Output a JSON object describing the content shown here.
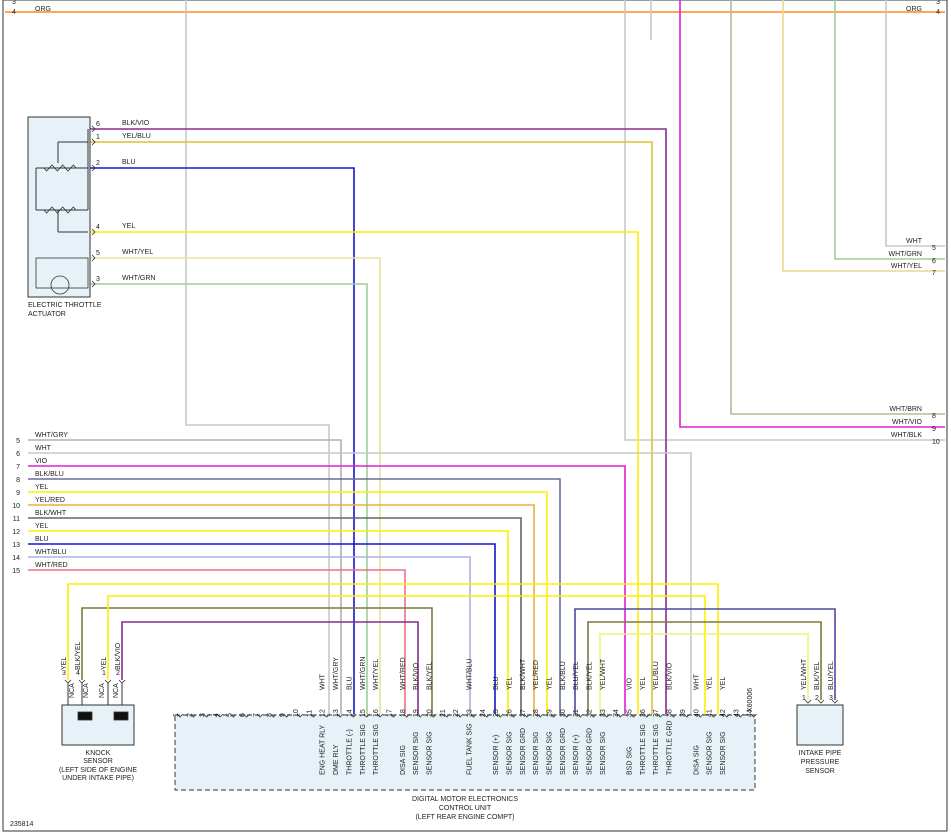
{
  "top": {
    "pin_left": "4",
    "pin_right": "4",
    "label_left": "ORG",
    "label_right": "ORG",
    "stub_left": "3",
    "stub_right": "3"
  },
  "colors": {
    "ORG": "#ff8c1a",
    "BLU": "#1515d0",
    "YEL": "#ffee00",
    "VIO": "#e020d0",
    "BLK": "#666666",
    "WHT": "#c8c8c8",
    "GRN": "#9ad09a",
    "RED": "#f07080",
    "GRY": "#b0b0b0",
    "BRN": "#b8b898"
  },
  "throttle": {
    "name_line1": "ELECTRIC THROTTLE",
    "name_line2": "ACTUATOR",
    "pins": [
      {
        "pin": "6",
        "label": "BLK/VIO"
      },
      {
        "pin": "1",
        "label": "YEL/BLU"
      },
      {
        "pin": "2",
        "label": "BLU"
      },
      {
        "pin": "4",
        "label": "YEL"
      },
      {
        "pin": "5",
        "label": "WHT/YEL"
      },
      {
        "pin": "3",
        "label": "WHT/GRN"
      }
    ]
  },
  "right_upper": [
    {
      "label": "WHT",
      "pin": "5"
    },
    {
      "label": "WHT/GRN",
      "pin": "6"
    },
    {
      "label": "WHT/YEL",
      "pin": "7"
    }
  ],
  "right_lower": [
    {
      "label": "WHT/BRN",
      "pin": "8"
    },
    {
      "label": "WHT/VIO",
      "pin": "9"
    },
    {
      "label": "WHT/BLK",
      "pin": "10"
    }
  ],
  "left_wires": [
    {
      "pin": "5",
      "label": "WHT/GRY"
    },
    {
      "pin": "6",
      "label": "WHT"
    },
    {
      "pin": "7",
      "label": "VIO"
    },
    {
      "pin": "8",
      "label": "BLK/BLU"
    },
    {
      "pin": "9",
      "label": "YEL"
    },
    {
      "pin": "10",
      "label": "YEL/RED"
    },
    {
      "pin": "11",
      "label": "BLK/WHT"
    },
    {
      "pin": "12",
      "label": "YEL"
    },
    {
      "pin": "13",
      "label": "BLU"
    },
    {
      "pin": "14",
      "label": "WHT/BLU"
    },
    {
      "pin": "15",
      "label": "WHT/RED"
    }
  ],
  "knock": {
    "name_line1": "KNOCK",
    "name_line2": "SENSOR",
    "loc_line1": "(LEFT SIDE OF ENGINE",
    "loc_line2": "UNDER INTAKE PIPE)",
    "nca": "NCA",
    "wires": [
      {
        "label": "YEL",
        "pin": "3"
      },
      {
        "label": "BLK/YEL",
        "pin": "4"
      },
      {
        "label": "YEL",
        "pin": "1"
      },
      {
        "label": "BLK/VIO",
        "pin": "2"
      }
    ]
  },
  "ipps": {
    "name_line1": "INTAKE PIPE",
    "name_line2": "PRESSURE",
    "name_line3": "SENSOR",
    "wires": [
      {
        "label": "YEL/WHT",
        "pin": "1"
      },
      {
        "label": "BLK/YEL",
        "pin": "2"
      },
      {
        "label": "BLU/YEL",
        "pin": "3"
      }
    ]
  },
  "dme": {
    "name_line1": "DIGITAL MOTOR ELECTRONICS",
    "name_line2": "CONTROL UNIT",
    "name_line3": "(LEFT REAR ENGINE COMPT)",
    "ref": "X60006",
    "pins": [
      {
        "n": "1",
        "wire": "",
        "func": ""
      },
      {
        "n": "2",
        "wire": "",
        "func": ""
      },
      {
        "n": "3",
        "wire": "",
        "func": ""
      },
      {
        "n": "4",
        "wire": "",
        "func": ""
      },
      {
        "n": "5",
        "wire": "",
        "func": ""
      },
      {
        "n": "6",
        "wire": "",
        "func": ""
      },
      {
        "n": "7",
        "wire": "",
        "func": ""
      },
      {
        "n": "8",
        "wire": "",
        "func": ""
      },
      {
        "n": "9",
        "wire": "",
        "func": ""
      },
      {
        "n": "10",
        "wire": "",
        "func": ""
      },
      {
        "n": "11",
        "wire": "",
        "func": ""
      },
      {
        "n": "12",
        "wire": "WHT",
        "func": "ENG HEAT RLY"
      },
      {
        "n": "13",
        "wire": "WHT/GRY",
        "func": "DME RLY"
      },
      {
        "n": "14",
        "wire": "BLU",
        "func": "THROTTLE (-)"
      },
      {
        "n": "15",
        "wire": "WHT/GRN",
        "func": "THROTTLE SIG"
      },
      {
        "n": "16",
        "wire": "WHT/YEL",
        "func": "THROTTLE SIG"
      },
      {
        "n": "17",
        "wire": "",
        "func": ""
      },
      {
        "n": "18",
        "wire": "WHT/RED",
        "func": "DISA SIG"
      },
      {
        "n": "19",
        "wire": "BLK/VIO",
        "func": "SENSOR SIG"
      },
      {
        "n": "20",
        "wire": "BLK/YEL",
        "func": "SENSOR SIG"
      },
      {
        "n": "21",
        "wire": "",
        "func": ""
      },
      {
        "n": "22",
        "wire": "",
        "func": ""
      },
      {
        "n": "23",
        "wire": "WHT/BLU",
        "func": "FUEL TANK SIG"
      },
      {
        "n": "24",
        "wire": "",
        "func": ""
      },
      {
        "n": "25",
        "wire": "BLU",
        "func": "SENSOR (+)"
      },
      {
        "n": "26",
        "wire": "YEL",
        "func": "SENSOR SIG"
      },
      {
        "n": "27",
        "wire": "BLK/WHT",
        "func": "SENSOR GRD"
      },
      {
        "n": "28",
        "wire": "YEL/RED",
        "func": "SENSOR SIG"
      },
      {
        "n": "29",
        "wire": "YEL",
        "func": "SENSOR SIG"
      },
      {
        "n": "30",
        "wire": "BLK/BLU",
        "func": "SENSOR GRD"
      },
      {
        "n": "31",
        "wire": "BLU/YEL",
        "func": "SENSOR (+)"
      },
      {
        "n": "32",
        "wire": "BLK/YEL",
        "func": "SENSOR GRD"
      },
      {
        "n": "33",
        "wire": "YEL/WHT",
        "func": "SENSOR SIG"
      },
      {
        "n": "34",
        "wire": "",
        "func": ""
      },
      {
        "n": "35",
        "wire": "VIO",
        "func": "BSD SIG"
      },
      {
        "n": "36",
        "wire": "YEL",
        "func": "THROTTLE SIG"
      },
      {
        "n": "37",
        "wire": "YEL/BLU",
        "func": "THROTTLE SIG"
      },
      {
        "n": "38",
        "wire": "BLK/VIO",
        "func": "THROTTLE GRD"
      },
      {
        "n": "39",
        "wire": "",
        "func": ""
      },
      {
        "n": "40",
        "wire": "WHT",
        "func": "DISA SIG"
      },
      {
        "n": "41",
        "wire": "YEL",
        "func": "SENSOR SIG"
      },
      {
        "n": "42",
        "wire": "YEL",
        "func": "SENSOR SIG"
      },
      {
        "n": "43",
        "wire": "",
        "func": ""
      },
      {
        "n": "44",
        "wire": "",
        "func": ""
      }
    ]
  },
  "figure_id": "235814"
}
